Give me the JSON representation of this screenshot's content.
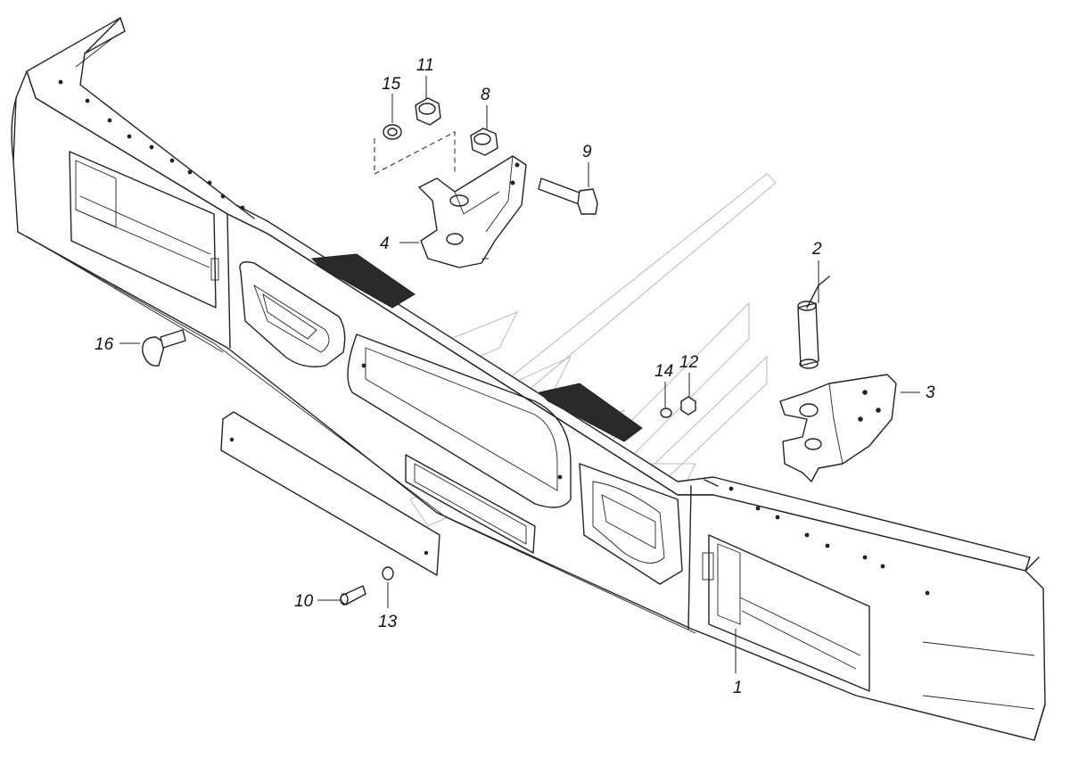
{
  "callouts": {
    "c1": "1",
    "c2": "2",
    "c3": "3",
    "c4": "4",
    "c8": "8",
    "c9": "9",
    "c10": "10",
    "c11": "11",
    "c12": "12",
    "c13": "13",
    "c14": "14",
    "c15": "15",
    "c16": "16"
  }
}
